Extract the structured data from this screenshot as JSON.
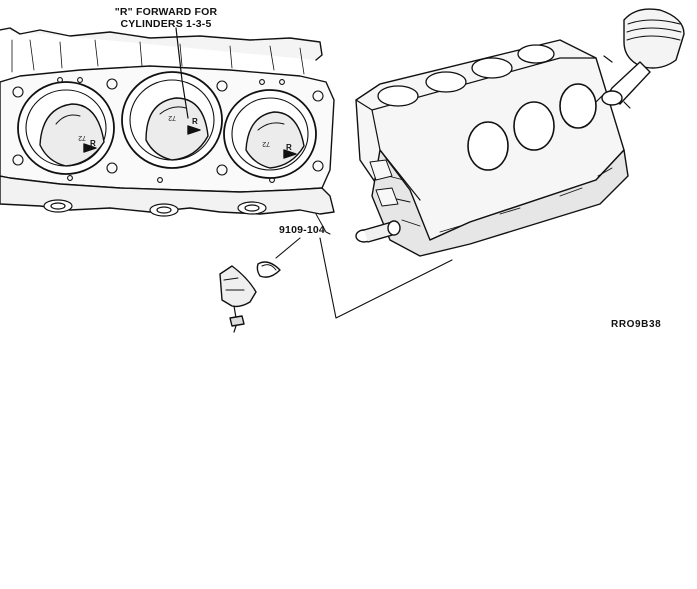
{
  "callouts": {
    "piston_orientation_line1": "\"R\" FORWARD FOR",
    "piston_orientation_line2": "CYLINDERS 1-3-5",
    "part_number": "9109-104",
    "figure_code": "RRO9B38"
  },
  "piston_marks": {
    "arrow_letter": "R",
    "crown_number": "72"
  }
}
